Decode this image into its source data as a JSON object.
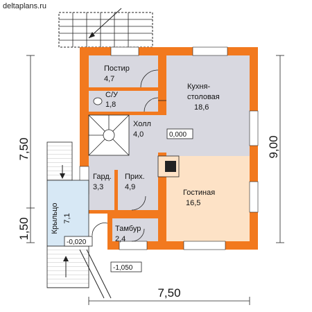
{
  "site": "deltaplans.ru",
  "watermark": "deltaplans.ru",
  "colors": {
    "wall": "#f2791e",
    "room": "#d8d8e0",
    "living": "#fde2c6",
    "porch": "#d7e8f5",
    "line": "#222222"
  },
  "rooms": {
    "postir": {
      "name": "Постир",
      "area": "4,7"
    },
    "su": {
      "name": "С/У",
      "area": "1,8"
    },
    "kitchen": {
      "name": "Кухня-\nстоловая",
      "name1": "Кухня-",
      "name2": "столовая",
      "area": "18,6"
    },
    "hall": {
      "name": "Холл",
      "area": "4,0"
    },
    "gard": {
      "name": "Гард.",
      "area": "3,3"
    },
    "prikh": {
      "name": "Прих.",
      "area": "4,9"
    },
    "living": {
      "name": "Гостиная",
      "area": "16,5"
    },
    "tambur": {
      "name": "Тамбур",
      "area": "2,4"
    },
    "porch": {
      "name": "Крыльцо",
      "area": "7,1"
    }
  },
  "levels": {
    "floor": "0,000",
    "porch": "-0,020",
    "ground": "-1,050"
  },
  "dimensions": {
    "left_main": "7,50",
    "left_small": "1,50",
    "right": "9,00",
    "bottom": "7,50"
  }
}
